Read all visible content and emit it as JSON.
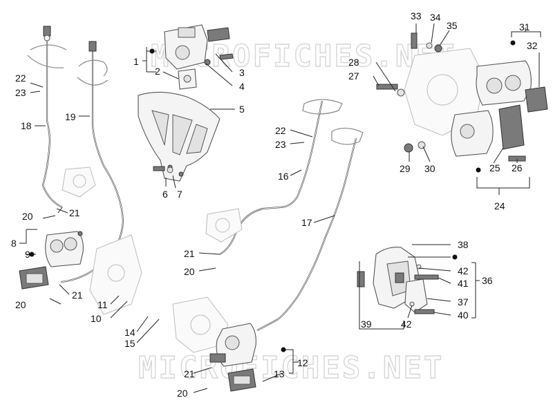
{
  "watermark": "MICROFICHES.NET",
  "callouts": [
    "1",
    "2",
    "3",
    "4",
    "5",
    "6",
    "7",
    "8",
    "9",
    "10",
    "11",
    "12",
    "13",
    "14",
    "15",
    "16",
    "17",
    "18",
    "19",
    "20",
    "21",
    "22",
    "23",
    "24",
    "25",
    "26",
    "27",
    "28",
    "29",
    "30",
    "31",
    "32",
    "33",
    "34",
    "35",
    "36",
    "37",
    "38",
    "39",
    "40",
    "41",
    "42"
  ]
}
